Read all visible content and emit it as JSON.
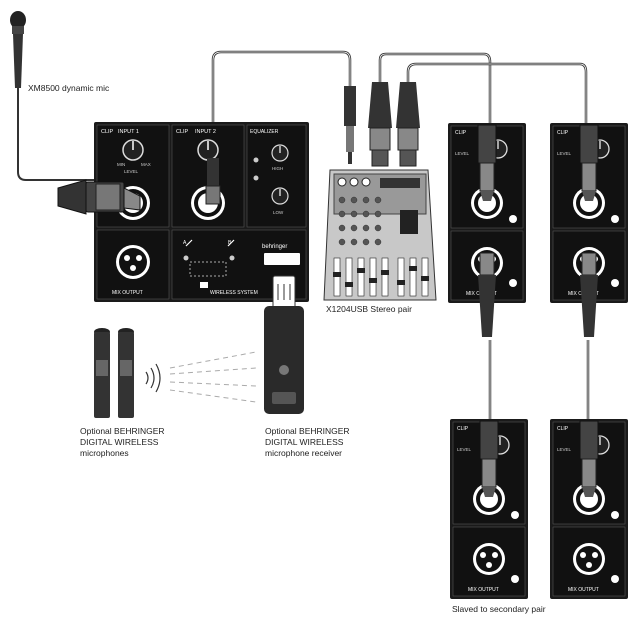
{
  "labels": {
    "mic": "XM8500 dynamic mic",
    "mixer": "X1204USB Stereo pair",
    "slaved": "Slaved to secondary pair",
    "wireless_mics": [
      "Optional BEHRINGER",
      "DIGITAL WIRELESS",
      "microphones"
    ],
    "wireless_receiver": [
      "Optional BEHRINGER",
      "DIGITAL WIRELESS",
      "microphone receiver"
    ]
  },
  "main_panel": {
    "input1": "INPUT 1",
    "input2": "INPUT 2",
    "clip": "CLIP",
    "equalizer": "EQUALIZER",
    "level": "LEVEL",
    "high": "HIGH",
    "low": "LOW",
    "min": "MIN",
    "max": "MAX",
    "mix_output": "MIX OUTPUT",
    "wireless_system": "WIRELESS SYSTEM",
    "brand": "behringer",
    "a_label": "A",
    "b_label": "B"
  },
  "speaker_panel": {
    "clip": "CLIP",
    "level": "LEVEL",
    "mix_output": "MIX OUTPUT"
  }
}
